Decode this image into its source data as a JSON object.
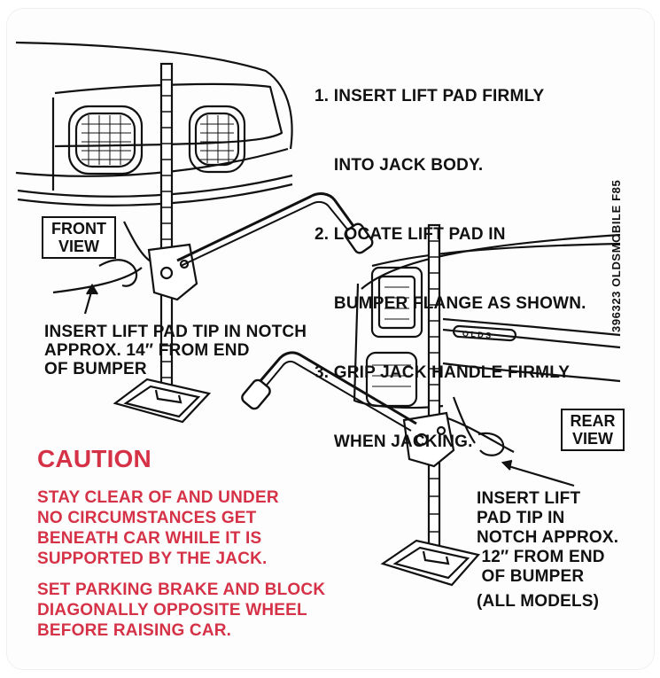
{
  "instructions": [
    "1. INSERT LIFT PAD FIRMLY",
    "    INTO JACK BODY.",
    "2. LOCATE LIFT PAD IN",
    "    BUMPER FLANGE AS SHOWN.",
    "3. GRIP JACK HANDLE FIRMLY",
    "    WHEN JACKING."
  ],
  "front_view": {
    "label_line1": "FRONT",
    "label_line2": "VIEW",
    "note": "INSERT LIFT PAD TIP IN NOTCH\nAPPROX. 14″ FROM END\nOF BUMPER"
  },
  "rear_view": {
    "label_line1": "REAR",
    "label_line2": "VIEW",
    "note": "INSERT LIFT\nPAD TIP IN\nNOTCH APPROX.\n 12″ FROM END\n OF BUMPER",
    "models": "(ALL MODELS)"
  },
  "caution": {
    "title": "CAUTION",
    "warning1": "STAY CLEAR OF AND UNDER\nNO CIRCUMSTANCES GET\nBENEATH CAR WHILE IT IS\nSUPPORTED BY THE JACK.",
    "warning2": "SET PARKING BRAKE AND BLOCK\nDIAGONALLY OPPOSITE WHEEL\nBEFORE RAISING CAR."
  },
  "part_number": "396323 OLDSMOBILE F85",
  "colors": {
    "caution_red": "#d63247",
    "ink": "#111111"
  }
}
